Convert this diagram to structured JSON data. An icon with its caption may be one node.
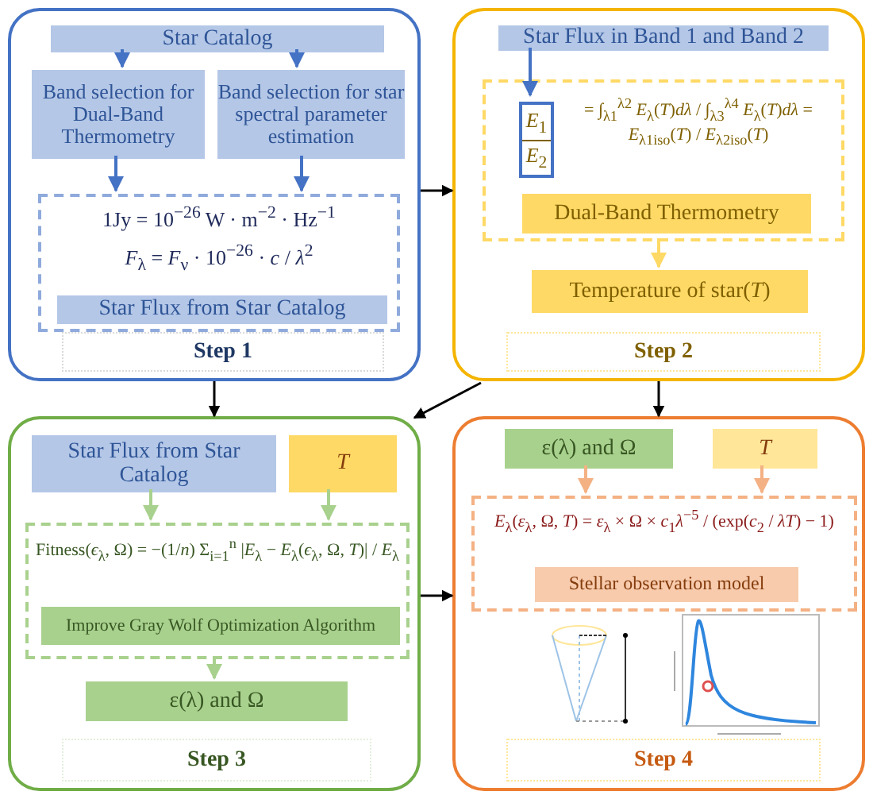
{
  "diagram": {
    "nodes": [
      {
        "text": [],
        "shape": "box"
      },
      {
        "text": [
          "Star Catalog"
        ],
        "in": 0
      },
      {
        "text": [
          "Band selection for Dual-Band Thermometry"
        ],
        "in": 0
      },
      {
        "text": [
          "Band selection for star spectral parameter estimation"
        ],
        "in": 0
      },
      {
        "text": [
          "1Jy = 10$^{−26}$ W · m$^{−2}$ · Hz$^{−1}$",
          "*F*$_{λ}$ = *F*$_{ν}$ · 10$^{−26}$ · *c* / *λ*$^{2}$"
        ],
        "in": 0
      },
      {
        "text": [
          "Star Flux from Star Catalog"
        ],
        "in": 4
      },
      {
        "text": [
          "Step 1"
        ],
        "in": 0
      },
      {
        "text": [],
        "shape": "box"
      },
      {
        "text": [
          "Star Flux in Band 1 and Band 2"
        ],
        "in": 7
      },
      {
        "text": [
          "= ∫$_{λ1}$$^{λ2}$ *E*$_{λ}$(*T*)*dλ* / ∫$_{λ3}$$^{λ4}$ *E*$_{λ}$(*T*)*dλ* = *E*$_{λ1iso}$(*T*) / *E*$_{λ2iso}$(*T*)"
        ],
        "in": 7
      },
      {
        "text": [
          "*E*$_{1}$",
          "*E*$_{2}$"
        ],
        "in": 9
      },
      {
        "text": [
          "Dual-Band Thermometry"
        ],
        "in": 9
      },
      {
        "text": [
          "Temperature of star(*T*)"
        ],
        "in": 7
      },
      {
        "text": [
          "Step 2"
        ],
        "in": 7
      },
      {
        "text": [],
        "shape": "box"
      },
      {
        "text": [
          "Star Flux from Star Catalog"
        ],
        "in": 14
      },
      {
        "text": [
          "T"
        ],
        "in": 14
      },
      {
        "text": [
          "Fitness(*ϵ*$_{λ}$, Ω) = −(1/*n*) Σ$_{i=1}$$^{n}$ |*E*$_{λ}$ − *E*$_{λ}$(*ϵ*$_{λ}$, Ω, *T*)| / *E*$_{λ}$"
        ],
        "in": 14
      },
      {
        "text": [
          "Improve Gray Wolf Optimization Algorithm"
        ],
        "in": 17
      },
      {
        "text": [
          "ε(λ) and Ω"
        ],
        "in": 14
      },
      {
        "text": [
          "Step 3"
        ],
        "in": 14
      },
      {
        "text": [],
        "shape": "box"
      },
      {
        "text": [
          "ε(λ) and Ω"
        ],
        "in": 21
      },
      {
        "text": [
          "T"
        ],
        "in": 21
      },
      {
        "text": [
          "*E*$_{λ}$(*ε*$_{λ}$, Ω, *T*) = *ε*$_{λ}$ × Ω × *c*$_{1}$*λ*$^{−5}$ / (exp(*c*$_{2}$ / *λT*) − 1)"
        ],
        "in": 21
      },
      {
        "text": [
          "Stellar observation model"
        ],
        "in": 24
      },
      {
        "text": [],
        "shape": "picture",
        "in": 21
      },
      {
        "text": [],
        "shape": "picture",
        "in": 21
      },
      {
        "text": [
          "Step 4"
        ],
        "in": 21
      }
    ],
    "edges": [
      {
        "from": 1,
        "to": 2,
        "arrow": "to",
        "color": "#4472c4"
      },
      {
        "from": 1,
        "to": 3,
        "arrow": "to",
        "color": "#4472c4"
      },
      {
        "from": 2,
        "to": 4,
        "arrow": "to",
        "color": "#4472c4"
      },
      {
        "from": 3,
        "to": 4,
        "arrow": "to",
        "color": "#4472c4"
      },
      {
        "from": 0,
        "to": 7,
        "arrow": "to",
        "color": "#000000"
      },
      {
        "from": 0,
        "to": 14,
        "arrow": "to",
        "color": "#000000"
      },
      {
        "from": 7,
        "to": 21,
        "arrow": "to",
        "color": "#000000"
      },
      {
        "from": 7,
        "to": 14,
        "arrow": "to",
        "color": "#000000"
      },
      {
        "from": 14,
        "to": 21,
        "arrow": "to",
        "color": "#000000"
      },
      {
        "from": 8,
        "to": 10,
        "arrow": "to",
        "color": "#4472c4"
      },
      {
        "from": 9,
        "to": 12,
        "arrow": "to",
        "color": "#ffd966"
      },
      {
        "from": 15,
        "to": 17,
        "arrow": "to",
        "color": "#a9d18e"
      },
      {
        "from": 16,
        "to": 17,
        "arrow": "to",
        "color": "#a9d18e"
      },
      {
        "from": 17,
        "to": 19,
        "arrow": "to",
        "color": "#a9d18e"
      },
      {
        "from": 22,
        "to": 24,
        "arrow": "to",
        "color": "#f4b183"
      },
      {
        "from": 23,
        "to": 24,
        "arrow": "to",
        "color": "#f4b183"
      }
    ]
  }
}
